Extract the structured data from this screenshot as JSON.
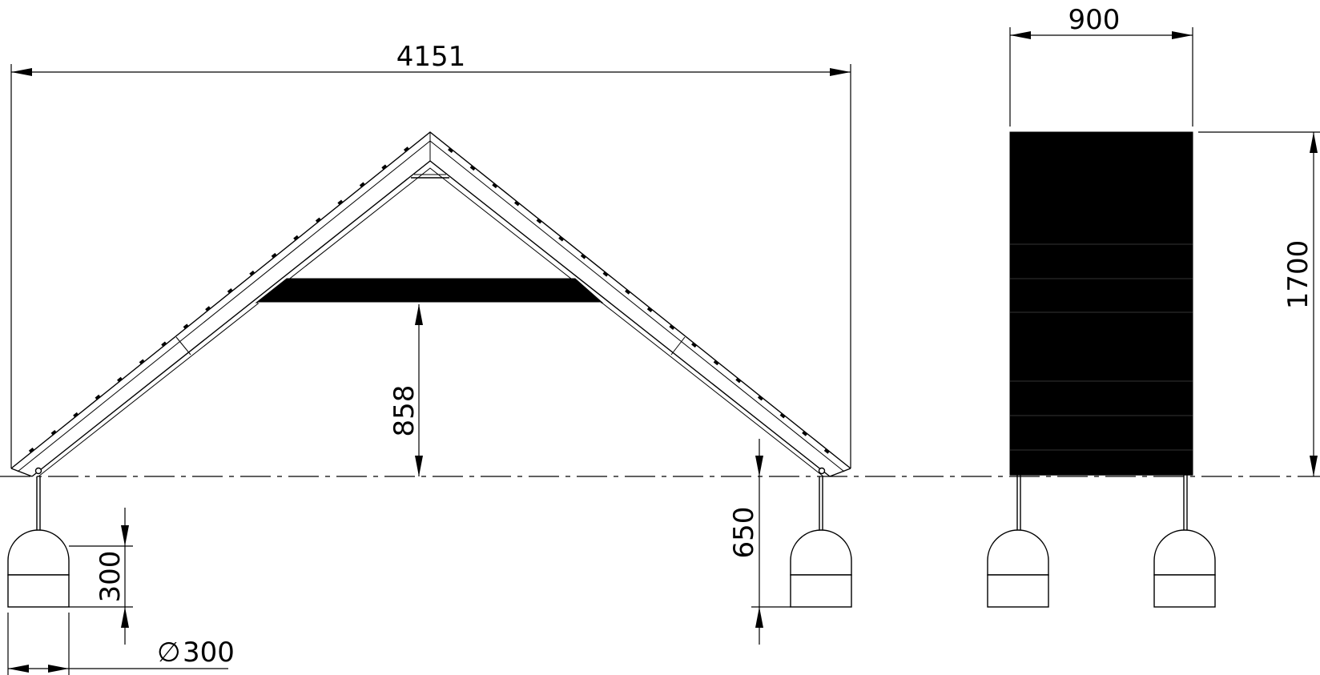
{
  "dimensions": {
    "overall_width": "4151",
    "beam_height": "858",
    "leg_height": "650",
    "foot_height": "300",
    "foot_diameter": "300",
    "diameter_symbol": "∅",
    "side_width": "900",
    "side_height": "1700"
  },
  "colors": {
    "line": "#000000",
    "background": "#ffffff"
  }
}
